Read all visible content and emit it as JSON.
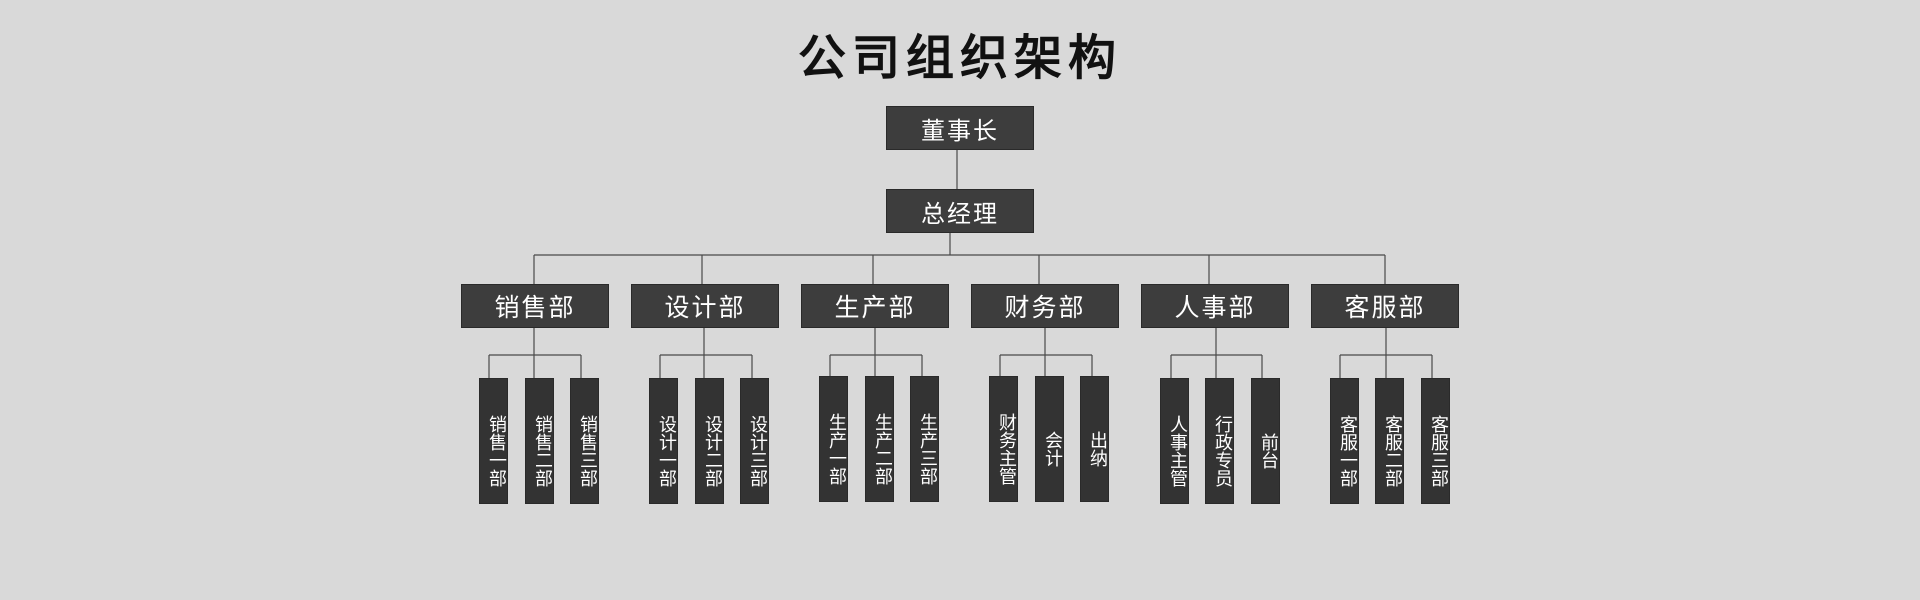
{
  "title": "公司组织架构",
  "chairman": "董事长",
  "general_manager": "总经理",
  "departments": [
    {
      "name": "销售部",
      "units": [
        "销售一部",
        "销售二部",
        "销售三部"
      ]
    },
    {
      "name": "设计部",
      "units": [
        "设计一部",
        "设计二部",
        "设计三部"
      ]
    },
    {
      "name": "生产部",
      "units": [
        "生产一部",
        "生产二部",
        "生产三部"
      ]
    },
    {
      "name": "财务部",
      "units": [
        "财务主管",
        "会计",
        "出纳"
      ]
    },
    {
      "name": "人事部",
      "units": [
        "人事主管",
        "行政专员",
        "前台"
      ]
    },
    {
      "name": "客服部",
      "units": [
        "客服一部",
        "客服二部",
        "客服三部"
      ]
    }
  ],
  "colors": {
    "background": "#d9d9d9",
    "box": "#3d3d3d",
    "sub_box": "#333333",
    "line": "#4a4a4a",
    "box_text": "#ffffff",
    "title_text": "#111111"
  }
}
